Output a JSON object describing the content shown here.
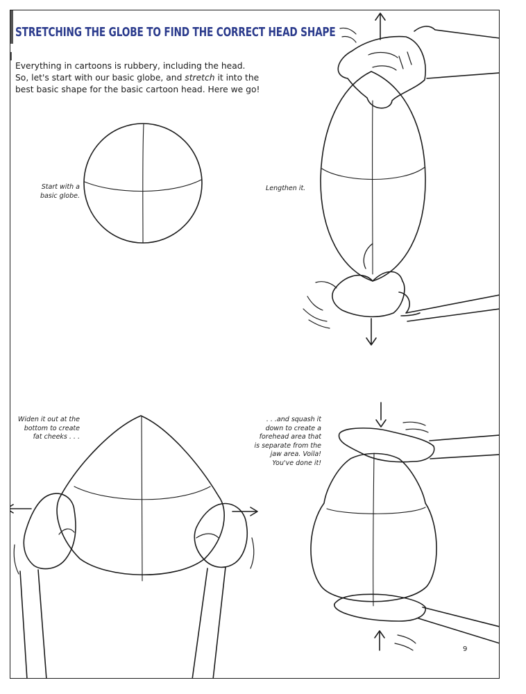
{
  "page": {
    "title": "STRETCHING THE GLOBE TO FIND THE CORRECT HEAD SHAPE",
    "intro": [
      "Everything in cartoons is rubbery, including the head.",
      "So, let's start with our basic globe, and ",
      "stretch",
      " it into the",
      "best basic shape for the basic cartoon head. Here we go!"
    ],
    "page_number": "9"
  },
  "captions": {
    "globe": [
      "Start with a",
      "basic globe."
    ],
    "lengthen": [
      "Lengthen it."
    ],
    "widen": [
      "Widen it out at the",
      "bottom to create",
      "fat cheeks . . ."
    ],
    "squash": [
      ". . .and squash it",
      "down to create a",
      "forehead area that",
      "is separate from the",
      "jaw area. Voila!",
      "You've done it!"
    ]
  },
  "illustrations": [
    {
      "name": "basic-globe",
      "depicts": "circle with crossed guidelines"
    },
    {
      "name": "lengthened-globe",
      "depicts": "cartoon gloved hands pulling the globe vertically"
    },
    {
      "name": "widened-globe",
      "depicts": "cartoon gloved hands pulling the bottom outward"
    },
    {
      "name": "squashed-globe",
      "depicts": "cartoon gloved hands pressing the shape from top and bottom"
    }
  ]
}
